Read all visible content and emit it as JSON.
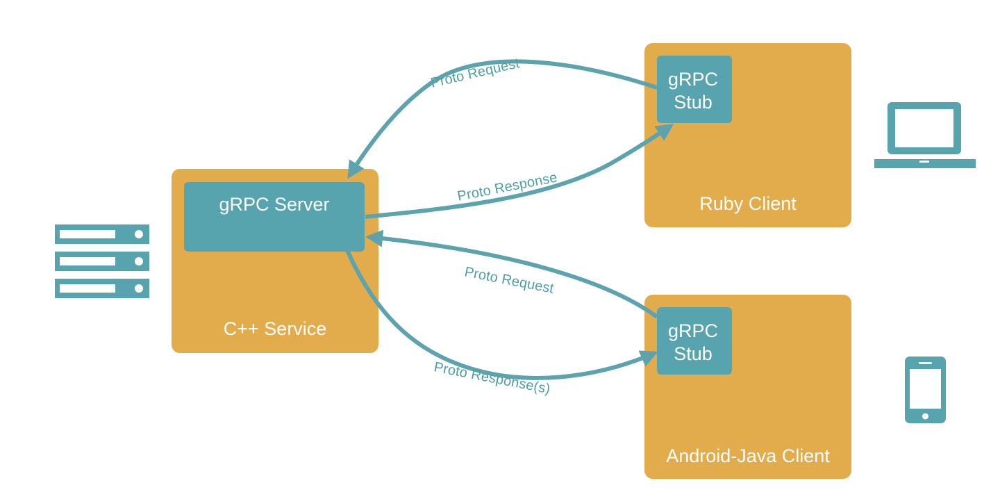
{
  "colors": {
    "container": "#e2ac4d",
    "inner_box": "#57a4af",
    "box_text": "#ffffff",
    "arrow": "#5ca3ad",
    "edge_label": "#4f9ea7",
    "icon": "#57a4af",
    "background": "#ffffff"
  },
  "nodes": {
    "cpp_service": {
      "label": "C++ Service",
      "inner": {
        "label": "gRPC Server"
      },
      "icon": "server-rack-icon"
    },
    "ruby_client": {
      "label": "Ruby Client",
      "inner": {
        "line1": "gRPC",
        "line2": "Stub"
      },
      "icon": "laptop-icon"
    },
    "android_client": {
      "label": "Android-Java Client",
      "inner": {
        "line1": "gRPC",
        "line2": "Stub"
      },
      "icon": "smartphone-icon"
    }
  },
  "edges": [
    {
      "from": "ruby_client",
      "to": "cpp_service",
      "label": "Proto Request"
    },
    {
      "from": "cpp_service",
      "to": "ruby_client",
      "label": "Proto Response"
    },
    {
      "from": "android_client",
      "to": "cpp_service",
      "label": "Proto Request"
    },
    {
      "from": "cpp_service",
      "to": "android_client",
      "label": "Proto Response(s)"
    }
  ]
}
